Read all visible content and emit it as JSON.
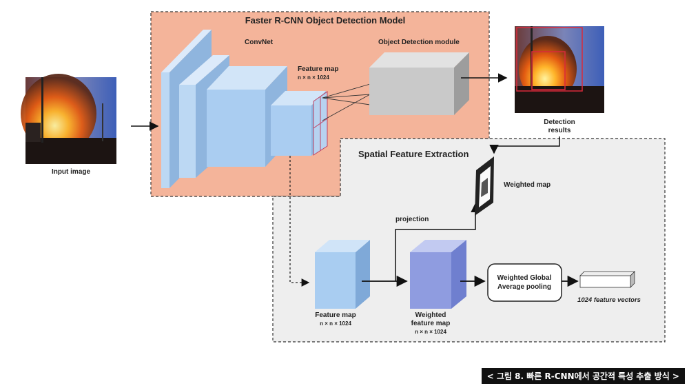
{
  "frcnn_title": "Faster R-CNN Object Detection Model",
  "convnet_label": "ConvNet",
  "feature_map_top": {
    "title": "Feature map",
    "dims": "n × n × 1024"
  },
  "object_detection_label": "Object Detection module",
  "input_image_label": "Input image",
  "detection_results_label": [
    "Detection",
    "results"
  ],
  "spatial_title": "Spatial Feature Extraction",
  "weighted_map_label": "Weighted map",
  "projection_label": "projection",
  "feature_map_bottom": {
    "title": "Feature map",
    "dims": "n × n × 1024"
  },
  "weighted_feature_map": {
    "title": [
      "Weighted",
      "feature map"
    ],
    "dims": "n × n × 1024"
  },
  "wgap_label": [
    "Weighted Global",
    "Average pooling"
  ],
  "feature_vectors_label": "1024 feature vectors",
  "caption": "< 그림 8. 빠른 R-CNN에서 공간적 특성 추출 방식 >",
  "colors": {
    "frcnn_panel": "#f4b49a",
    "spatial_panel": "#eeeeee",
    "cube_blue": "#9fc7ef",
    "cube_purple": "#8f9ce0",
    "cube_gray": "#c9c9c9"
  }
}
